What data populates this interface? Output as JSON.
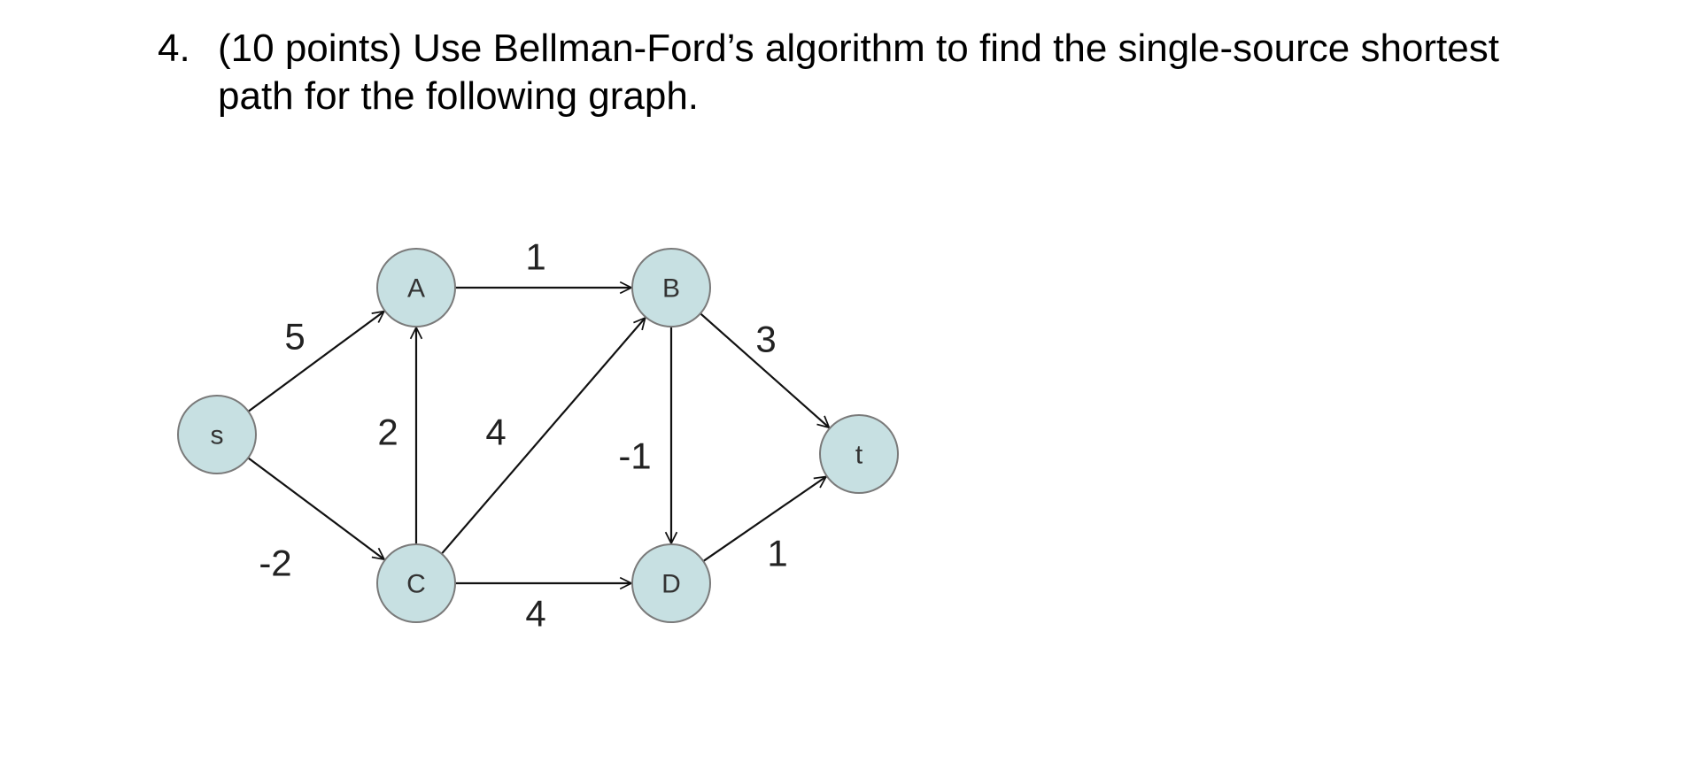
{
  "question": {
    "number": "4.",
    "text": "(10 points) Use Bellman-Ford’s algorithm to find the single-source shortest path for the following graph."
  },
  "graph": {
    "node_fill": "#c7e0e2",
    "node_stroke": "#7a7a7a",
    "edge_color": "#111111",
    "nodes": [
      {
        "id": "s",
        "label": "s"
      },
      {
        "id": "A",
        "label": "A"
      },
      {
        "id": "B",
        "label": "B"
      },
      {
        "id": "C",
        "label": "C"
      },
      {
        "id": "D",
        "label": "D"
      },
      {
        "id": "t",
        "label": "t"
      }
    ],
    "edges": [
      {
        "from": "s",
        "to": "A",
        "weight": "5"
      },
      {
        "from": "s",
        "to": "C",
        "weight": "-2"
      },
      {
        "from": "C",
        "to": "A",
        "weight": "2"
      },
      {
        "from": "A",
        "to": "B",
        "weight": "1"
      },
      {
        "from": "C",
        "to": "B",
        "weight": "4"
      },
      {
        "from": "C",
        "to": "D",
        "weight": "4"
      },
      {
        "from": "B",
        "to": "D",
        "weight": "-1"
      },
      {
        "from": "B",
        "to": "t",
        "weight": "3"
      },
      {
        "from": "D",
        "to": "t",
        "weight": "1"
      }
    ]
  }
}
